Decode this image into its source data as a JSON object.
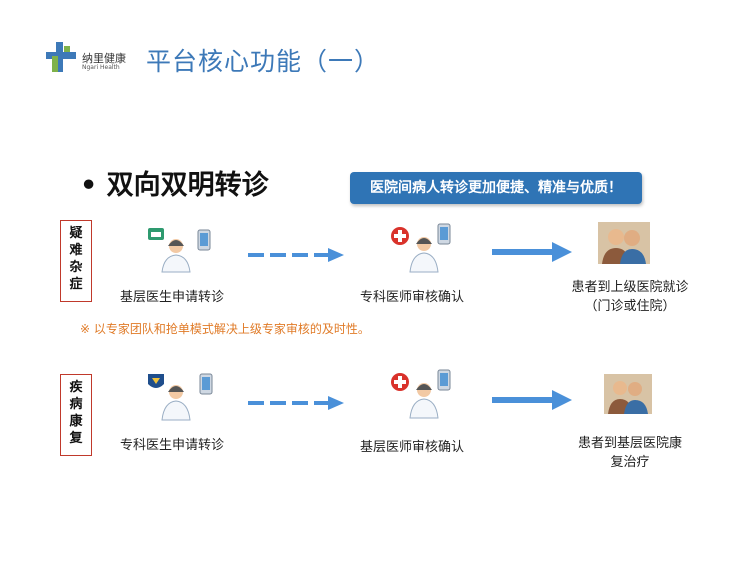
{
  "brand": {
    "name": "纳里健康",
    "sub": "Ngari Health"
  },
  "page_title": "平台核心功能（一）",
  "section_heading": "• 双向双明转诊",
  "highlight": "医院间病人转诊更加便捷、精准与优质！",
  "note": "※ 以专家团队和抢单模式解决上级专家审核的及时性。",
  "rows": [
    {
      "label": "疑难杂症",
      "step1": "基层医生申请转诊",
      "step2": "专科医师审核确认",
      "step3_line1": "患者到上级医院就诊",
      "step3_line2": "（门诊或住院）"
    },
    {
      "label": "疾病康复",
      "step1": "专科医生申请转诊",
      "step2": "基层医师审核确认",
      "step3_line1": "患者到基层医院康",
      "step3_line2": "复治疗"
    }
  ],
  "colors": {
    "title": "#3d79b8",
    "highlight_bg": "#2f74b5",
    "arrow": "#4a90d9",
    "note": "#e07b28",
    "label_border": "#c0392b"
  }
}
